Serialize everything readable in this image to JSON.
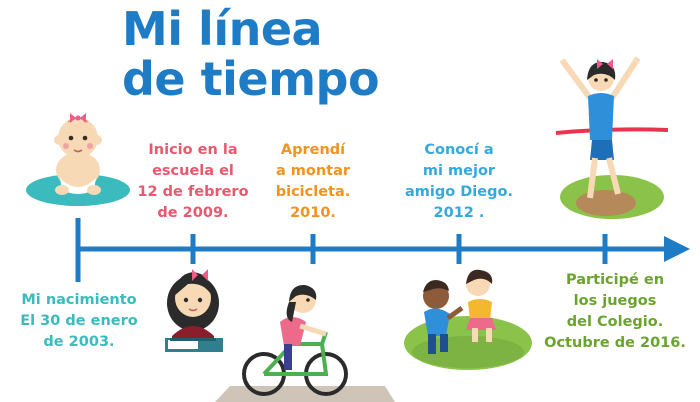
{
  "title": {
    "line1": "Mi línea",
    "line2": "de tiempo"
  },
  "colors": {
    "title": "#1e7bc6",
    "axis": "#1e7bc6",
    "teal": "#3bbbbd",
    "pink": "#e8596e",
    "orange": "#f19321",
    "blue": "#35a8dd",
    "green": "#6aa42d"
  },
  "events": [
    {
      "id": "nacimiento",
      "text": "Mi nacimiento\nEl 30 de enero\nde 2003.",
      "color": "#3bbbbd",
      "position": "below",
      "icon": "baby-icon"
    },
    {
      "id": "escuela",
      "text": "Inicio en la\nescuela el\n12 de  febrero\nde 2009.",
      "color": "#e8596e",
      "position": "above",
      "icon": "girl-studying-icon"
    },
    {
      "id": "bicicleta",
      "text": "Aprendí\na montar\nbicicleta.\n2010.",
      "color": "#f19321",
      "position": "above",
      "icon": "girl-bicycle-icon"
    },
    {
      "id": "amigo",
      "text": "Conocí a\nmi mejor\namigo Diego.\n2012 .",
      "color": "#35a8dd",
      "position": "above",
      "icon": "kids-playing-icon"
    },
    {
      "id": "juegos",
      "text": "Participé en\nlos juegos\ndel Colegio.\nOctubre de 2016.",
      "color": "#6aa42d",
      "position": "below",
      "icon": "runner-finish-icon"
    }
  ]
}
